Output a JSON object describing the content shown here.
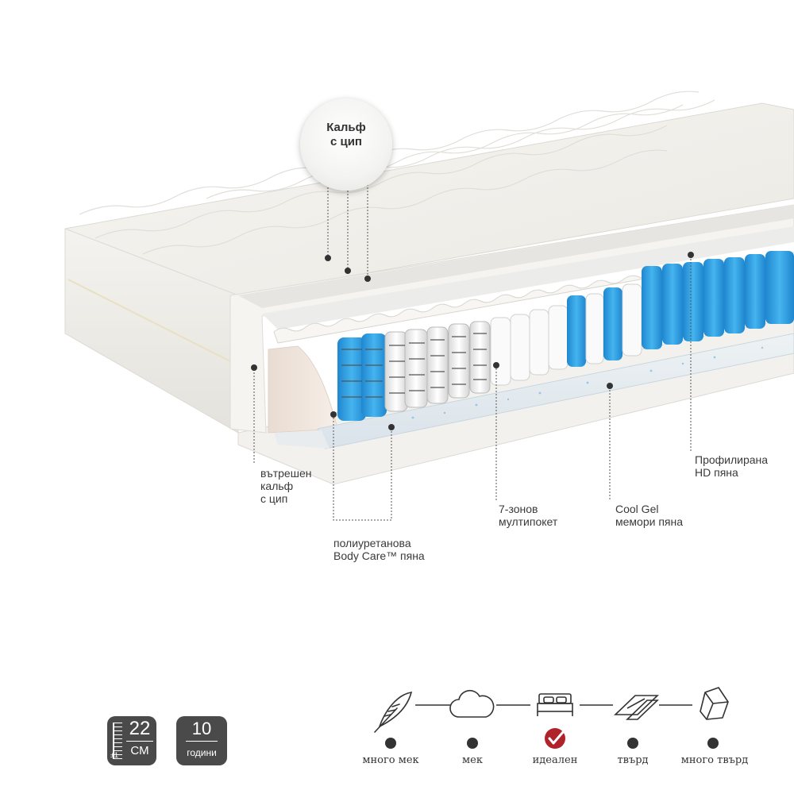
{
  "callouts": {
    "cover_zip": "Кальф\nс цип",
    "inner_cover": "вътрешен\nкальф\nс цип",
    "polyurethane": "полиуретанова\nBody Care™ пяна",
    "multipocket": "7-зонов\nмултипокет",
    "cool_gel": "Cool Gel\nмемори пяна",
    "profiled": "Профилирана\nHD пяна"
  },
  "badges": {
    "height_value": "22",
    "height_unit": "СМ",
    "height_tolerance": "±1",
    "warranty_value": "10",
    "warranty_unit": "години"
  },
  "firmness_scale": {
    "levels": [
      {
        "label": "много мек",
        "icon": "feather-icon"
      },
      {
        "label": "мек",
        "icon": "cloud-icon"
      },
      {
        "label": "идеален",
        "icon": "bed-icon",
        "selected": true
      },
      {
        "label": "твърд",
        "icon": "planks-icon"
      },
      {
        "label": "много твърд",
        "icon": "rock-icon"
      }
    ],
    "selected_label": "идеален"
  },
  "colors": {
    "accent_red": "#b0232a",
    "spring_blue": "#2a9ee0",
    "badge_bg": "#4a4a4a",
    "foam_pink": "#f1e6de"
  }
}
